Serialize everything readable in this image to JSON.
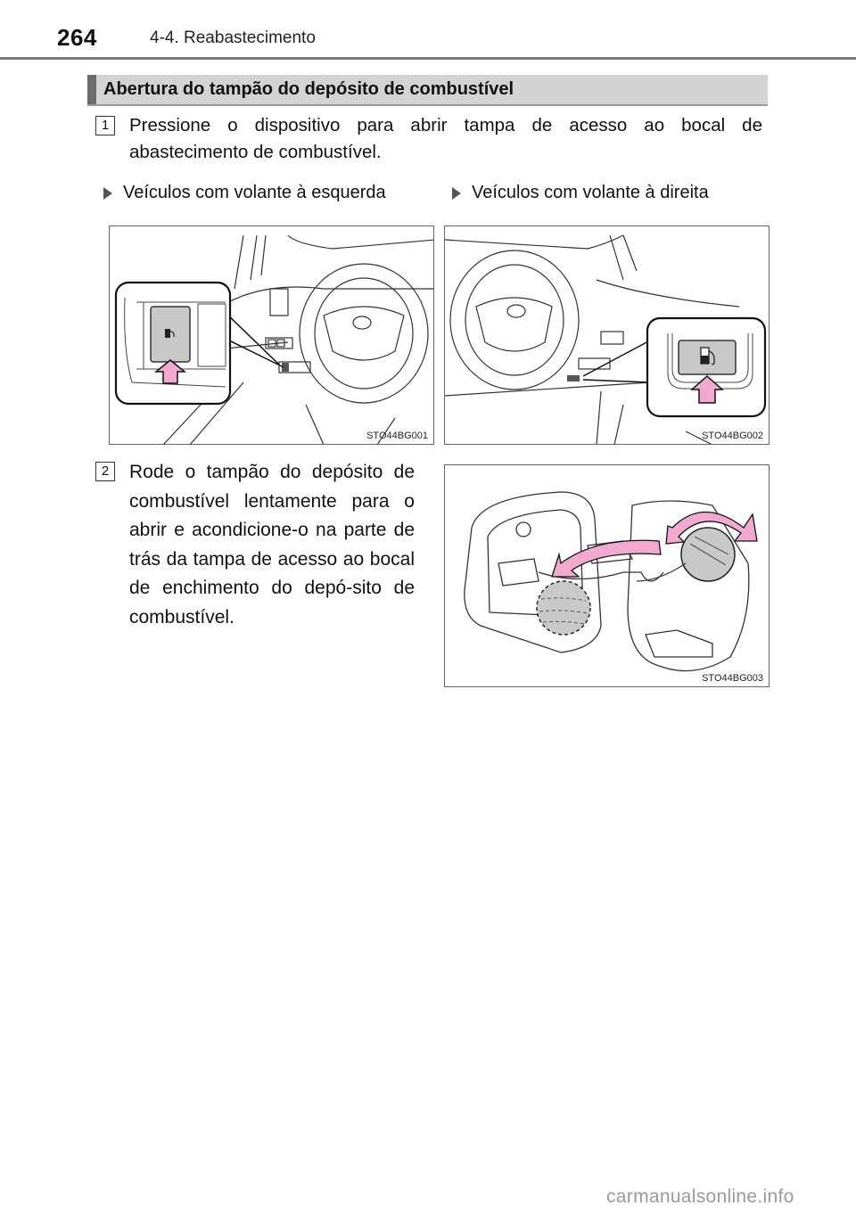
{
  "header": {
    "page_number": "264",
    "chapter": "4-4. Reabastecimento"
  },
  "section": {
    "title": "Abertura do tampão do depósito de combustível"
  },
  "steps": [
    {
      "number": "1",
      "text": "Pressione o dispositivo para abrir tampa de acesso ao bocal de abastecimento de combustível."
    },
    {
      "number": "2",
      "text": "Rode o tampão do depósito de combustível lentamente para o abrir e acondicione-o na parte de trás da tampa de acesso ao bocal de enchimento do depó-sito de combustível."
    }
  ],
  "variants": [
    {
      "label": "Veículos com volante à esquerda"
    },
    {
      "label": "Veículos com volante à direita"
    }
  ],
  "figures": [
    {
      "code": "STO44BG001",
      "description": "Left-hand drive dashboard with fuel door opener button callout",
      "icon": "fuel-pump-icon"
    },
    {
      "code": "STO44BG002",
      "description": "Right-hand drive dashboard with fuel door opener button callout",
      "icon": "fuel-pump-icon"
    },
    {
      "code": "STO44BG003",
      "description": "Fuel filler door open with cap rotated and stored on back of door"
    }
  ],
  "colors": {
    "arrow_pink": "#f2a9cf",
    "button_gray": "#c8c8c8",
    "section_bar": "#d3d3d3",
    "section_bar_accent": "#6b6b6b"
  },
  "watermark": "carmanualsonline.info"
}
